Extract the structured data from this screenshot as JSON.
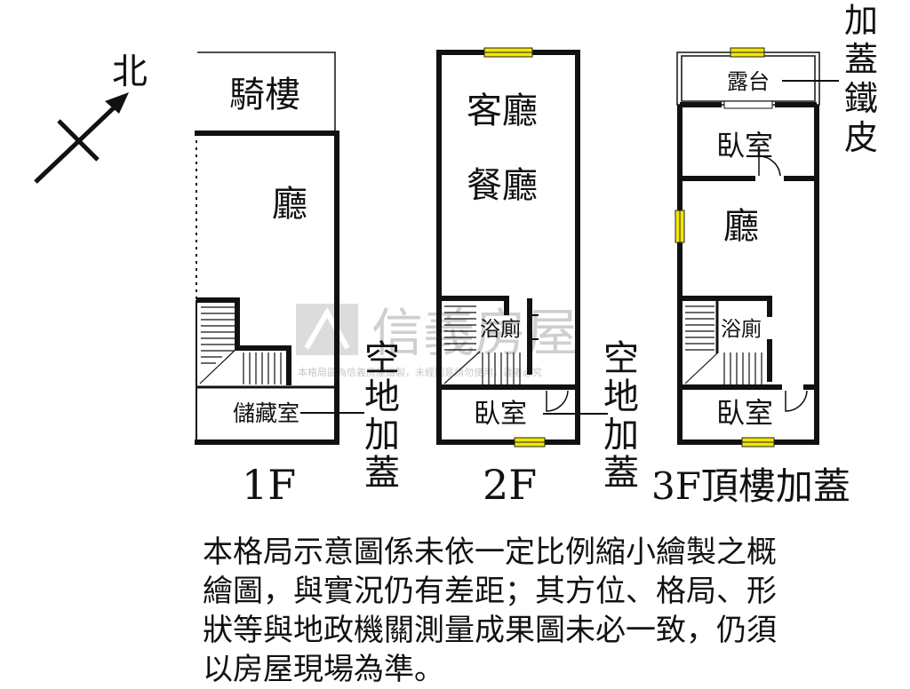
{
  "compass": {
    "label": "北"
  },
  "floors": [
    {
      "label": "1F",
      "rooms": [
        "騎樓",
        "廳",
        "儲藏室"
      ],
      "side_note": [
        "空",
        "地",
        "加",
        "蓋"
      ]
    },
    {
      "label": "2F",
      "rooms": [
        "客廳",
        "餐廳",
        "浴廁",
        "臥室"
      ],
      "side_note": [
        "空",
        "地",
        "加",
        "蓋"
      ]
    },
    {
      "label": "3F頂樓加蓋",
      "rooms": [
        "露台",
        "臥室",
        "廳",
        "浴廁",
        "臥室"
      ],
      "side_note": [
        "加",
        "蓋",
        "鐵",
        "皮"
      ]
    }
  ],
  "watermark": {
    "brand": "信義房屋",
    "notice": "本格局圖為信義房屋繪製，未經同意請勿使用，違者必究"
  },
  "disclaimer": [
    "本格局示意圖係未依一定比例縮小繪製之概",
    "繪圖，與實況仍有差距；其方位、格局、形",
    "狀等與地政機關測量成果圖未必一致，仍須",
    "以房屋現場為準。"
  ],
  "colors": {
    "wall": "#111111",
    "window": "#f2e600",
    "watermark": "#cfcfcf"
  }
}
